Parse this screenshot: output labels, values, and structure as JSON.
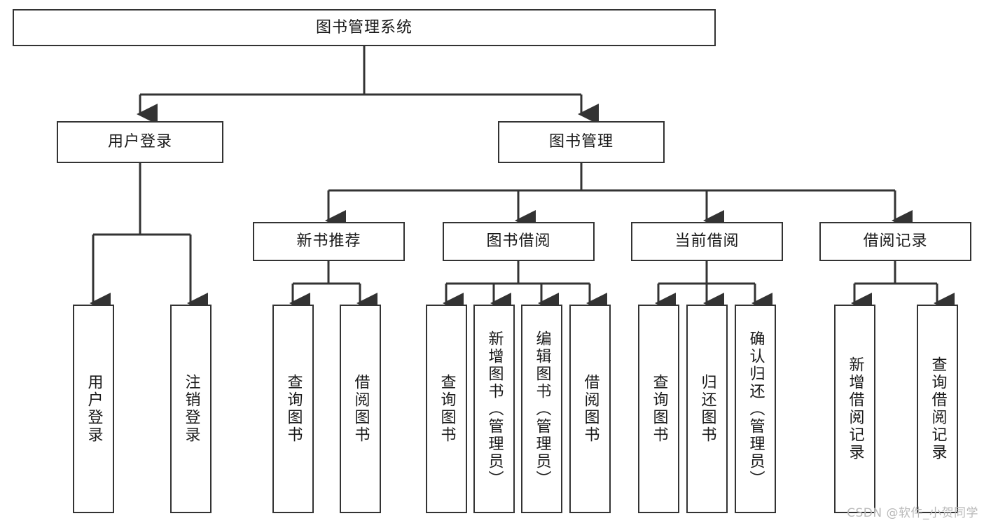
{
  "diagram": {
    "title": "图书管理系统",
    "watermark": "CSDN @软件_小贺同学",
    "stroke_color": "#333333",
    "background_color": "#ffffff",
    "text_color": "#1a1a1a",
    "watermark_color": "#b9b9b9"
  },
  "nodes": {
    "root": "图书管理系统",
    "level2": {
      "user_login": "用户登录",
      "book_manage": "图书管理"
    },
    "level3": {
      "new_book_rec": "新书推荐",
      "book_borrow": "图书借阅",
      "current_borrow": "当前借阅",
      "borrow_record": "借阅记录"
    },
    "leaves": {
      "user_login_1": "用户登录",
      "user_login_2": "注销登录",
      "new_book_rec_1": "查询图书",
      "new_book_rec_2": "借阅图书",
      "book_borrow_1": "查询图书",
      "book_borrow_2": "新增图书（管理员）",
      "book_borrow_3": "编辑图书（管理员）",
      "book_borrow_4": "借阅图书",
      "current_borrow_1": "查询图书",
      "current_borrow_2": "归还图书",
      "current_borrow_3": "确认归还（管理员）",
      "borrow_record_1": "新增借阅记录",
      "borrow_record_2": "查询借阅记录"
    }
  }
}
